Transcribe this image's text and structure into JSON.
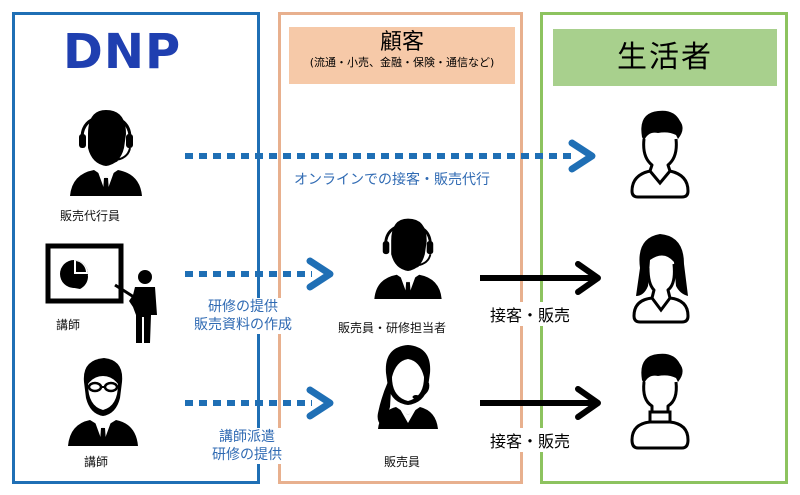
{
  "panels": {
    "dnp": {
      "logo": "DNP",
      "border_color": "#1f6fb5"
    },
    "customer": {
      "title": "顧客",
      "subtitle": "(流通・小売、金融・保険・通信など)",
      "border_color": "#e8b08e",
      "header_bg": "#f6c9a8"
    },
    "consumer": {
      "title": "生活者",
      "border_color": "#8dc35f",
      "header_bg": "#a8d08d"
    }
  },
  "dnp_roles": [
    {
      "label": "販売代行員",
      "icon": "headset-operator-male-icon"
    },
    {
      "label": "講師",
      "icon": "presenter-with-chart-icon"
    },
    {
      "label": "講師",
      "icon": "man-with-glasses-icon"
    }
  ],
  "customer_roles": [
    {
      "label": "販売員・研修担当者",
      "icon": "headset-operator-male-icon"
    },
    {
      "label": "販売員",
      "icon": "headset-operator-female-icon"
    }
  ],
  "consumers": [
    {
      "icon": "consumer-male-icon"
    },
    {
      "icon": "consumer-female-icon"
    },
    {
      "icon": "consumer-male-turtleneck-icon"
    }
  ],
  "flows": [
    {
      "label": "オンラインでの接客・販売代行",
      "style": "dotted",
      "color": "#1f6fb5"
    },
    {
      "label_lines": [
        "研修の提供",
        "販売資料の作成"
      ],
      "style": "dotted",
      "color": "#1f6fb5"
    },
    {
      "label_lines": [
        "講師派遣",
        "研修の提供"
      ],
      "style": "dotted",
      "color": "#1f6fb5"
    },
    {
      "label": "接客・販売",
      "style": "solid",
      "color": "#000000"
    },
    {
      "label": "接客・販売",
      "style": "solid",
      "color": "#000000"
    }
  ]
}
